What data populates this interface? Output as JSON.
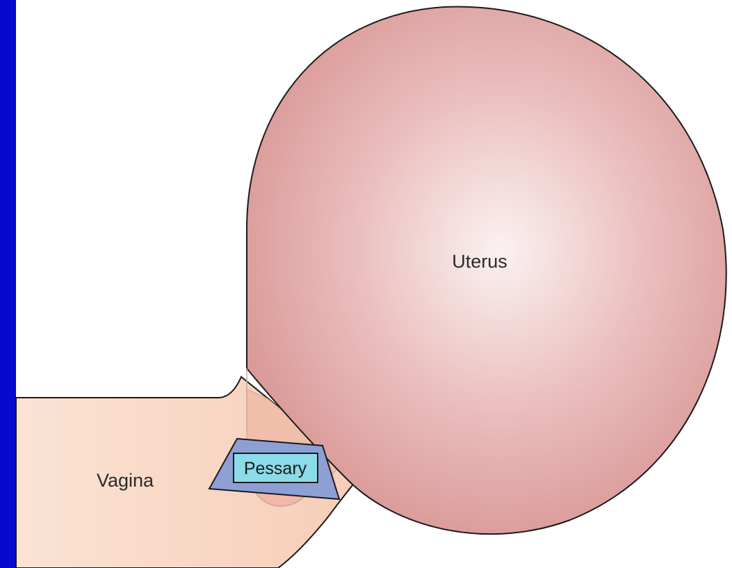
{
  "labels": {
    "uterus": "Uterus",
    "vagina": "Vagina",
    "pessary": "Pessary"
  },
  "colors": {
    "background_border": "#0808cf",
    "panel": "#ffffff",
    "uterus_center": "#f8ecec",
    "uterus_edge": "#d99c9a",
    "vagina_fill": "#f9d9c6",
    "pessary_outer": "#8e9fd6",
    "pessary_inner": "#8cdbe8",
    "outline": "#1a1a1a"
  }
}
